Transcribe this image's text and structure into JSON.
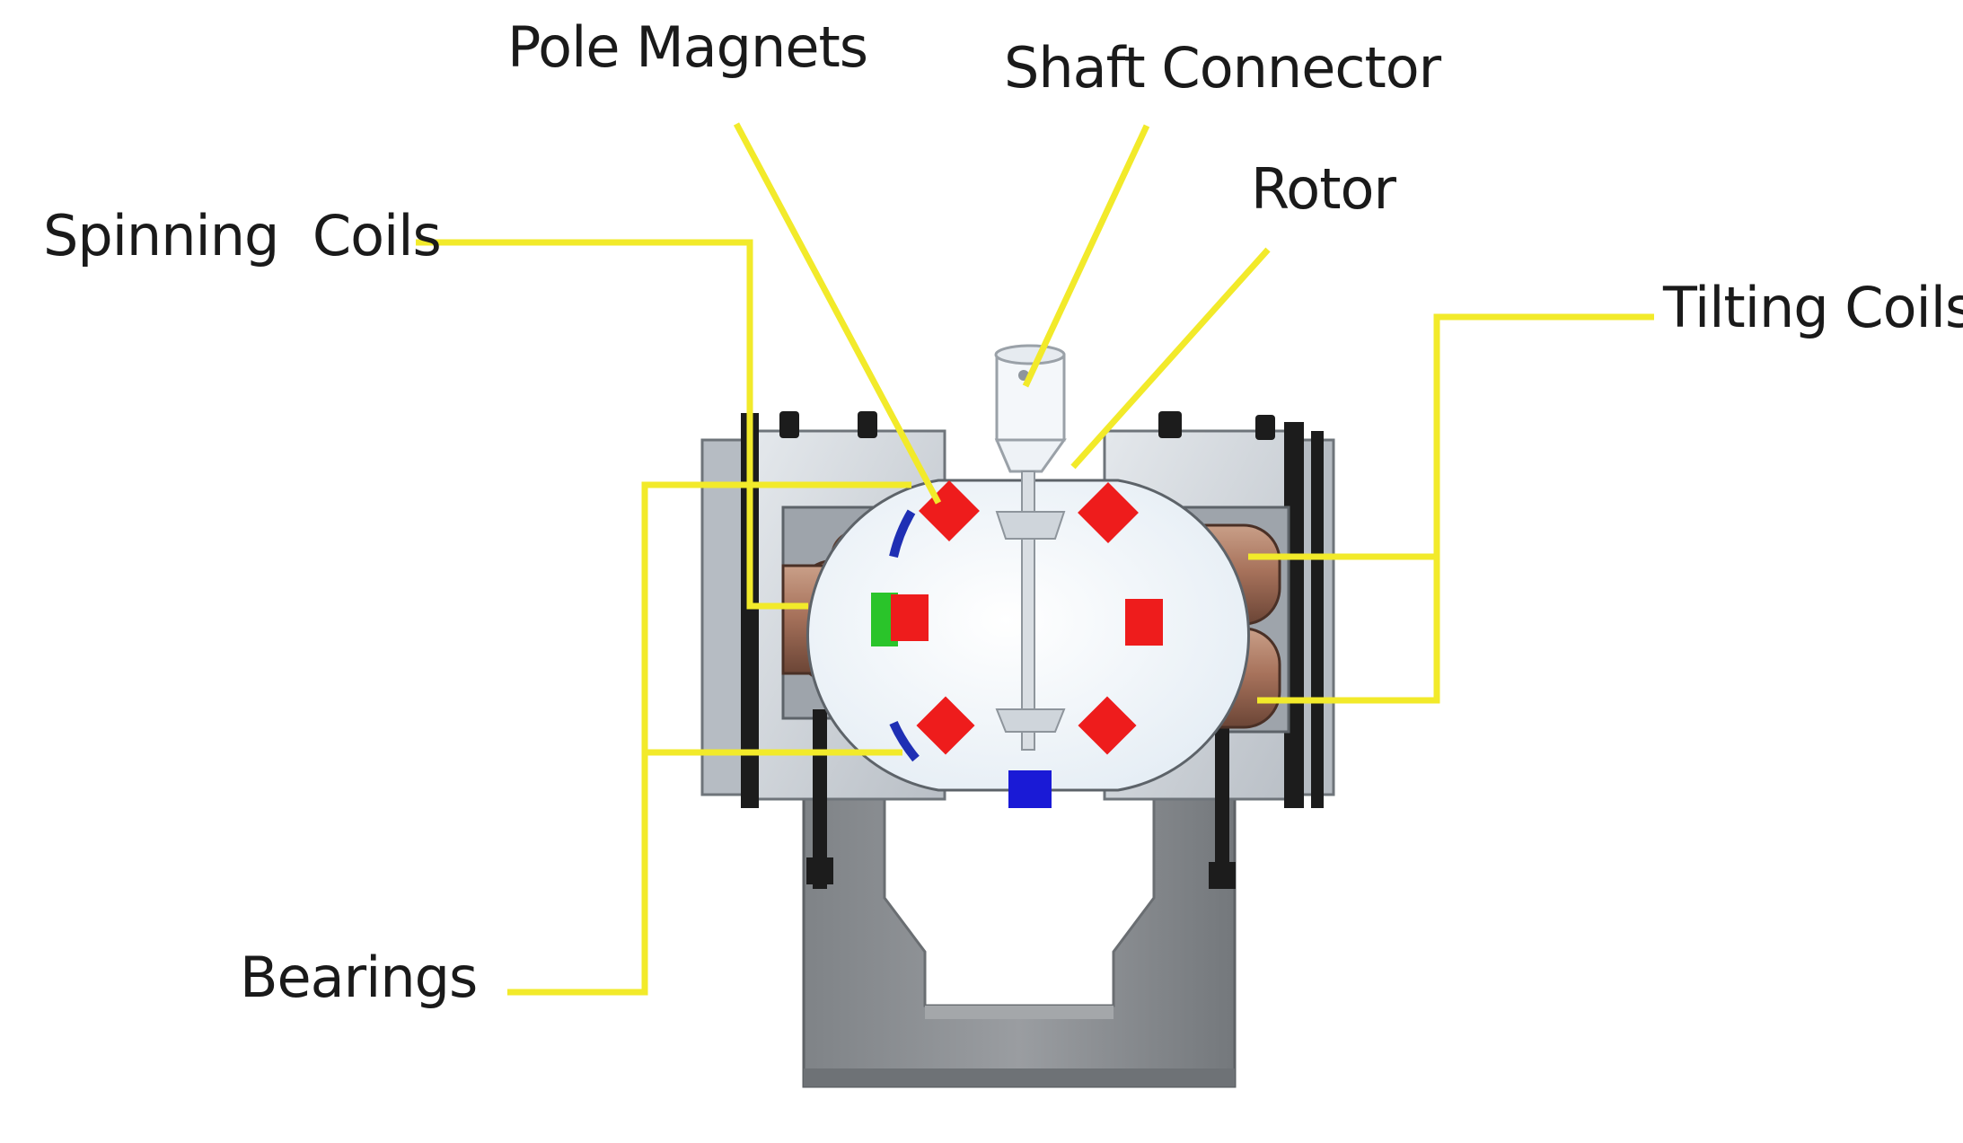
{
  "labels": {
    "pole_magnets": "Pole Magnets",
    "shaft_connector": "Shaft Connector",
    "rotor": "Rotor",
    "spinning_coils": "Spinning  Coils",
    "tilting_coils": "Tilting Coils",
    "bearings": "Bearings"
  },
  "colors": {
    "leader_line": "#f2ea2a",
    "pole_magnet": "#ee1c1c",
    "frame": "#c9ced4",
    "frame_dark": "#8c9299",
    "coil": "#9a6a55",
    "rotor": "#f4f9fc",
    "bearing_blue": "#1f2fb4",
    "bearing_green": "#2ac42a",
    "support": "#8b8e91"
  }
}
